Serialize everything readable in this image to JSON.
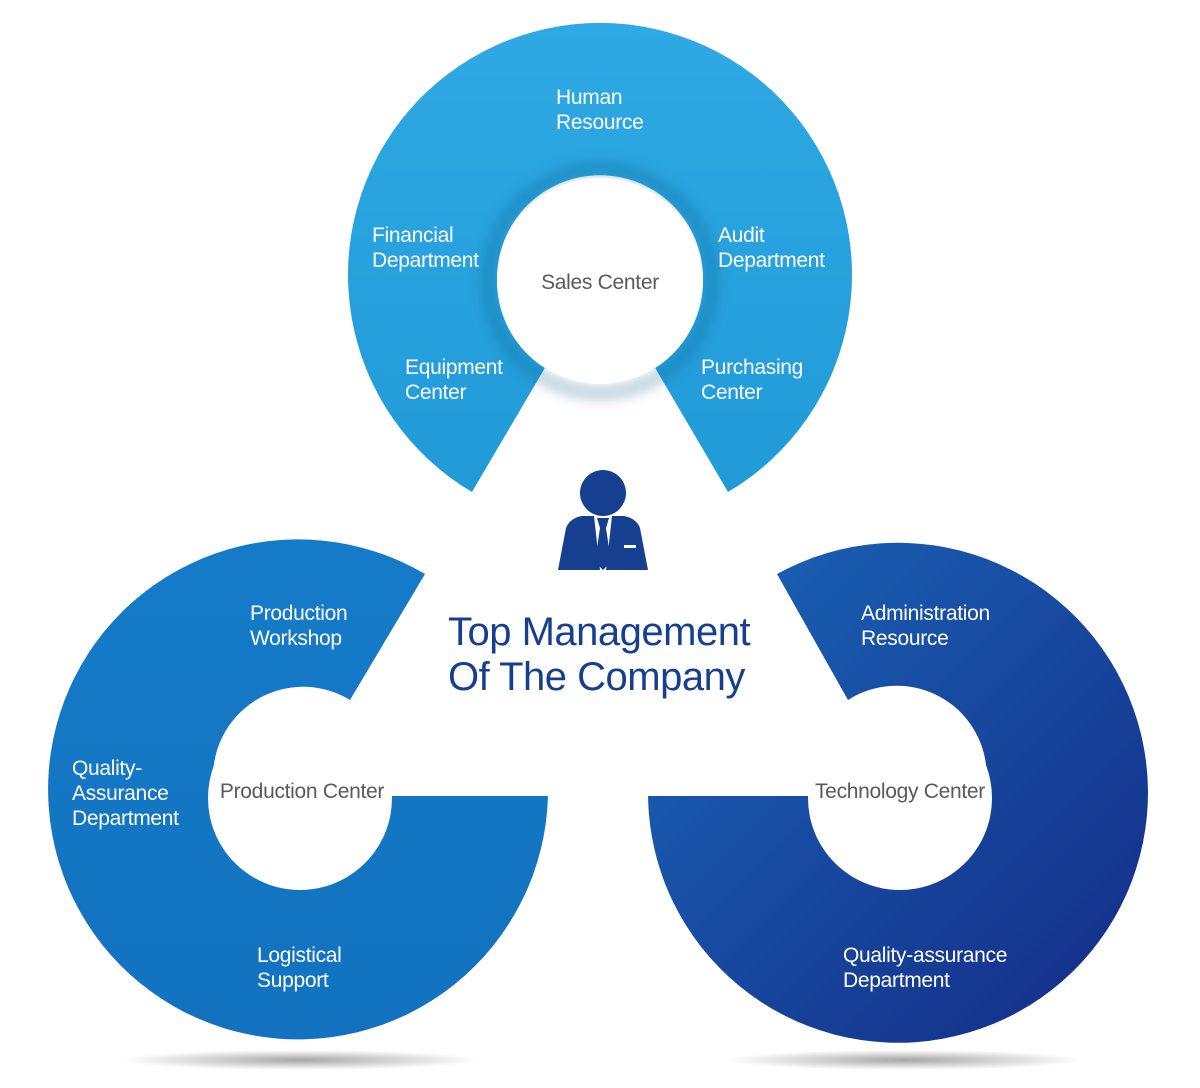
{
  "title": {
    "line1": "Top Management",
    "line2": "Of The Company"
  },
  "icon": "manager-icon",
  "colors": {
    "sales": "#2ba6e1",
    "production": "#1477c4",
    "technology_light": "#1a63b6",
    "technology_dark": "#152b86",
    "title": "#163f8f",
    "icon": "#163f8f",
    "hub_text": "#5a5a5a"
  },
  "centers": {
    "sales": {
      "name": "Sales Center",
      "departments": [
        [
          "Human",
          "Resource"
        ],
        [
          "Financial",
          "Department"
        ],
        [
          "Audit",
          "Department"
        ],
        [
          "Equipment",
          "Center"
        ],
        [
          "Purchasing",
          "Center"
        ]
      ]
    },
    "production": {
      "name": "Production Center",
      "departments": [
        [
          "Production",
          "Workshop"
        ],
        [
          "Quality-",
          "Assurance",
          "Department"
        ],
        [
          "Logistical",
          "Support"
        ]
      ]
    },
    "technology": {
      "name": "Technology Center",
      "departments": [
        [
          "Administration",
          "Resource"
        ],
        [
          "Quality-assurance",
          "Department"
        ]
      ]
    }
  }
}
